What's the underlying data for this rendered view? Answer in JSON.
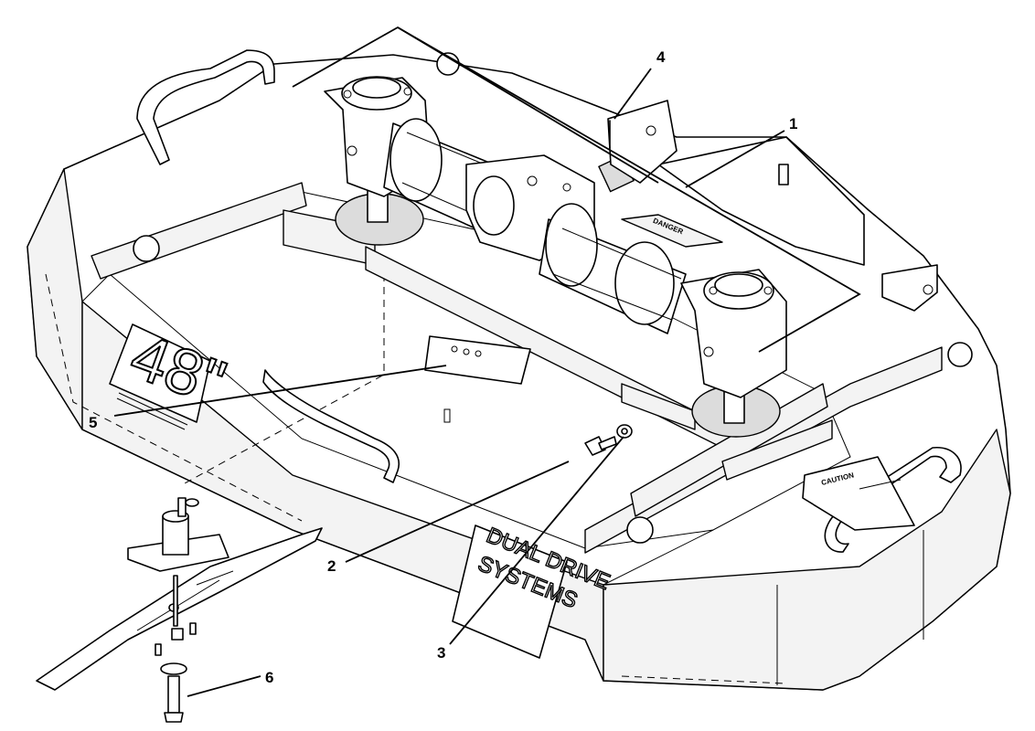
{
  "callouts": {
    "c1": "1",
    "c2": "2",
    "c3": "3",
    "c4": "4",
    "c5": "5",
    "c6": "6"
  },
  "decals": {
    "size_label": "48\"",
    "brand_line1": "DUAL DRIVE",
    "brand_line2": "SYSTEMS",
    "caution": "CAUTION",
    "danger": "DANGER"
  }
}
